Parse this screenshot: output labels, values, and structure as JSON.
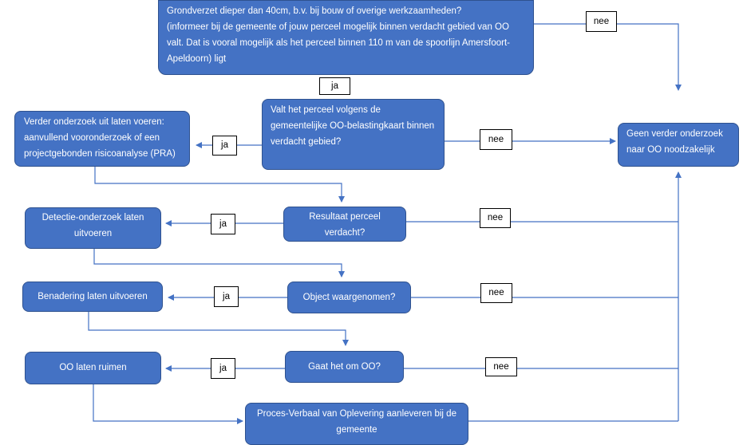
{
  "nodes": {
    "grondverzet": "Grondverzet dieper dan 40cm, b.v. bij bouw of overige werkzaamheden?\n(informeer bij de gemeente of jouw perceel mogelijk binnen verdacht gebied van OO valt. Dat is vooral mogelijk als het perceel binnen 110 m van de spoorlijn Amersfoort-Apeldoorn) ligt",
    "valt_perceel": "Valt het perceel volgens de gemeentelijke OO-belastingkaart binnen verdacht gebied?",
    "geen_verder": "Geen verder onderzoek naar OO noodzakelijk",
    "verder_onderzoek": "Verder onderzoek uit laten voeren: aanvullend vooronderzoek of een projectgebonden risicoanalyse (PRA)",
    "resultaat": "Resultaat perceel verdacht?",
    "detectie": "Detectie-onderzoek laten uitvoeren",
    "object": "Object waargenomen?",
    "benadering": "Benadering laten uitvoeren",
    "gaat_om_oo": "Gaat het om OO?",
    "oo_ruimen": "OO laten ruimen",
    "proces_verbaal": "Proces-Verbaal van Oplevering aanleveren bij de gemeente"
  },
  "labels": {
    "nee_top": "nee",
    "ja_top": "ja",
    "ja_valt": "ja",
    "nee_valt": "nee",
    "ja_resultaat": "ja",
    "nee_resultaat": "nee",
    "ja_object": "ja",
    "nee_object": "nee",
    "ja_oo": "ja",
    "nee_oo": "nee"
  },
  "colors": {
    "box_fill": "#4472C4",
    "box_border": "#2F528F",
    "connector": "#4472C4",
    "label_border": "#000000"
  }
}
